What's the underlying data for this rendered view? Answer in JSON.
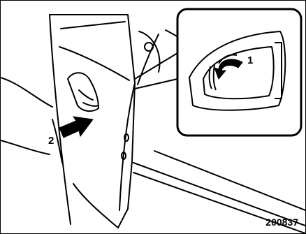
{
  "figure": {
    "callouts": {
      "handle_step": "1",
      "push_step": "2"
    },
    "figure_number": "200837"
  }
}
